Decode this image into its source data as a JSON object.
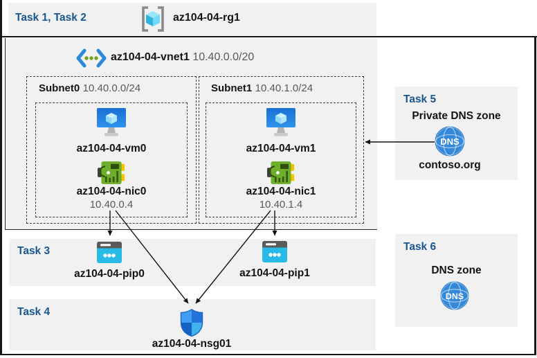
{
  "header": {
    "task_label": "Task 1, Task 2",
    "resource_group": "az104-04-rg1"
  },
  "vnet": {
    "name": "az104-04-vnet1",
    "cidr": "10.40.0.0/20",
    "subnets": [
      {
        "name": "Subnet0",
        "cidr": "10.40.0.0/24",
        "vm": "az104-04-vm0",
        "nic": "az104-04-nic0",
        "ip": "10.40.0.4"
      },
      {
        "name": "Subnet1",
        "cidr": "10.40.1.0/24",
        "vm": "az104-04-vm1",
        "nic": "az104-04-nic1",
        "ip": "10.40.1.4"
      }
    ]
  },
  "task3": {
    "label": "Task 3",
    "pip0": "az104-04-pip0",
    "pip1": "az104-04-pip1"
  },
  "task4": {
    "label": "Task 4",
    "nsg": "az104-04-nsg01"
  },
  "task5": {
    "label": "Task 5",
    "title": "Private DNS zone",
    "zone_name": "contoso.org",
    "dns_icon_text": "DNS"
  },
  "task6": {
    "label": "Task 6",
    "title": "DNS zone",
    "dns_icon_text": "DNS"
  },
  "colors": {
    "task_label_blue": "#17568e",
    "panel_gray": "#f1f1f1",
    "arrow_black": "#111111",
    "pip_cyan": "#29bbe7",
    "nic_green": "#6fae2a",
    "dns_blue": "#3488d8",
    "vm_blue": "#1e7ce2"
  }
}
